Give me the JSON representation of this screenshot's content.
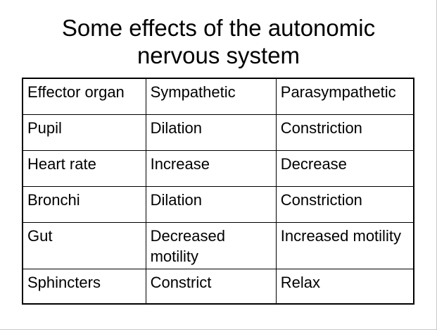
{
  "title": {
    "line1": "Some effects of the autonomic",
    "line2": "nervous system"
  },
  "table": {
    "headers": [
      "Effector organ",
      "Sympathetic",
      "Parasympathetic"
    ],
    "rows": [
      [
        "Pupil",
        "Dilation",
        "Constriction"
      ],
      [
        "Heart rate",
        "Increase",
        "Decrease"
      ],
      [
        "Bronchi",
        "Dilation",
        "Constriction"
      ],
      [
        "Gut",
        "Decreased motility",
        "Increased motility"
      ],
      [
        "Sphincters",
        "Constrict",
        "Relax"
      ]
    ]
  }
}
